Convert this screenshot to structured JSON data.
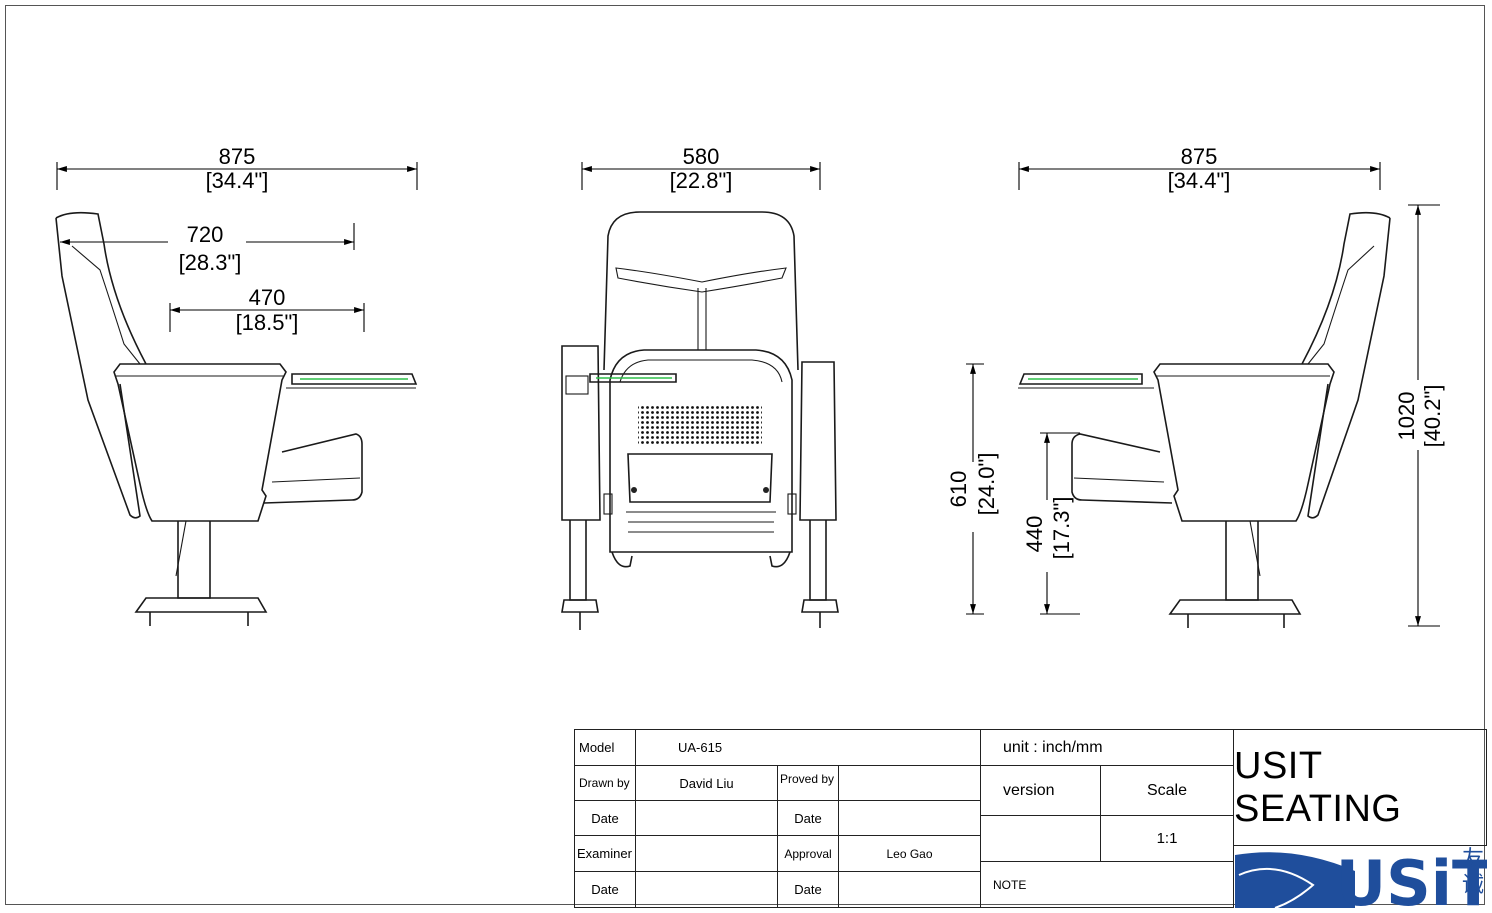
{
  "dimensions": {
    "side_left": {
      "overall_depth": {
        "mm": "875",
        "inch": "[34.4\"]"
      },
      "seat_to_back": {
        "mm": "720",
        "inch": "[28.3\"]"
      },
      "tablet_depth": {
        "mm": "470",
        "inch": "[18.5\"]"
      }
    },
    "front": {
      "width": {
        "mm": "580",
        "inch": "[22.8\"]"
      }
    },
    "side_right": {
      "overall_depth": {
        "mm": "875",
        "inch": "[34.4\"]"
      },
      "armrest_height": {
        "mm": "610",
        "inch": "[24.0\"]"
      },
      "seat_height": {
        "mm": "440",
        "inch": "[17.3\"]"
      },
      "overall_height": {
        "mm": "1020",
        "inch": "[40.2\"]"
      }
    }
  },
  "title_block": {
    "model_label": "Model",
    "model_value": "UA-615",
    "drawn_by_label": "Drawn by",
    "drawn_by_value": "David Liu",
    "proved_by_label": "Proved by",
    "proved_by_value": "",
    "date_label": "Date",
    "examiner_label": "Examiner",
    "approval_label": "Approval",
    "approval_value": "Leo Gao",
    "unit": "unit : inch/mm",
    "version_label": "version",
    "version_value": "",
    "scale_label": "Scale",
    "scale_value": "1:1",
    "note_label": "NOTE",
    "company": "USIT SEATING",
    "logo_text": "USiT",
    "logo_cjk": "友诚"
  },
  "colors": {
    "line": "#1a1a1a",
    "accent_green": "#2fbf4a",
    "logo_blue": "#1f4e9c"
  }
}
